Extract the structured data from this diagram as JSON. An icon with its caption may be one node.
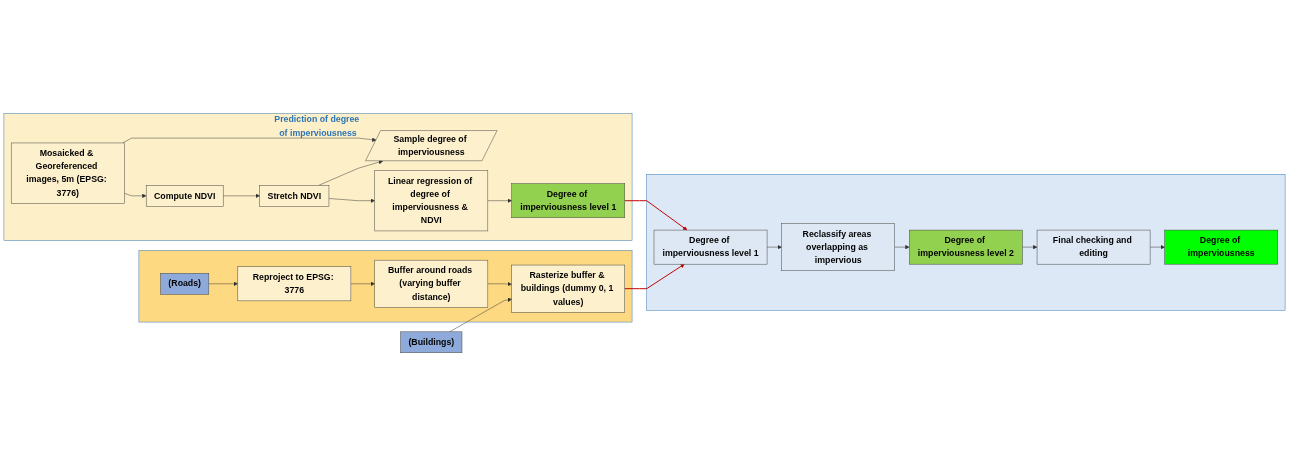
{
  "diagram": {
    "nodes": [
      {
        "text": [
          "Prediction of degree of imperviousness"
        ]
      },
      {
        "text": [
          "Mosaicked & Georeferenced images, 5m (EPSG: 3776)"
        ],
        "in": 0
      },
      {
        "text": [
          "Sample degree of imperviousness"
        ],
        "in": 0
      },
      {
        "text": [
          "Compute NDVI"
        ],
        "in": 0
      },
      {
        "text": [
          "Stretch NDVI"
        ],
        "in": 0
      },
      {
        "text": [
          "Linear regression of degree of imperviousness & NDVI"
        ],
        "in": 0
      },
      {
        "text": [
          "Degree of imperviousness level 1"
        ],
        "in": 0
      },
      {
        "text": [],
        "shape": "box"
      },
      {
        "text": [
          "Degree of imperviousness level 1"
        ],
        "in": 7
      },
      {
        "text": [
          "Reclassify areas overlapping as impervious"
        ],
        "in": 7
      },
      {
        "text": [
          "Degree of imperviousness level 2"
        ],
        "in": 7
      },
      {
        "text": [
          "Final checking and editing"
        ],
        "in": 7
      },
      {
        "text": [
          "Degree of imperviousness"
        ],
        "in": 7
      },
      {
        "text": [],
        "shape": "box"
      },
      {
        "text": [
          "(Roads)"
        ],
        "in": 13
      },
      {
        "text": [
          "Reproject to EPSG: 3776"
        ],
        "in": 13
      },
      {
        "text": [
          "Buffer around roads (varying buffer distance)"
        ],
        "in": 13
      },
      {
        "text": [
          "Rasterize buffer & buildings (dummy 0, 1 values)"
        ],
        "in": 13
      },
      {
        "text": [
          "(Buildings)"
        ]
      }
    ],
    "edges": [
      {
        "from": 1,
        "to": 2,
        "arrow": "to"
      },
      {
        "from": 1,
        "to": 3,
        "arrow": "to"
      },
      {
        "from": 3,
        "to": 4,
        "arrow": "to"
      },
      {
        "from": 4,
        "to": 2,
        "arrow": "to"
      },
      {
        "from": 4,
        "to": 5,
        "arrow": "to"
      },
      {
        "from": 5,
        "to": 6,
        "arrow": "to"
      },
      {
        "from": 6,
        "to": 8,
        "arrow": "to",
        "color": "#c00000"
      },
      {
        "from": 8,
        "to": 9,
        "arrow": "to"
      },
      {
        "from": 9,
        "to": 10,
        "arrow": "to"
      },
      {
        "from": 10,
        "to": 11,
        "arrow": "to"
      },
      {
        "from": 11,
        "to": 12,
        "arrow": "to"
      },
      {
        "from": 14,
        "to": 15,
        "arrow": "to"
      },
      {
        "from": 15,
        "to": 16,
        "arrow": "to"
      },
      {
        "from": 16,
        "to": 17,
        "arrow": "to"
      },
      {
        "from": 18,
        "to": 17,
        "arrow": "to"
      },
      {
        "from": 17,
        "to": 8,
        "arrow": "to",
        "color": "#c00000"
      }
    ]
  }
}
